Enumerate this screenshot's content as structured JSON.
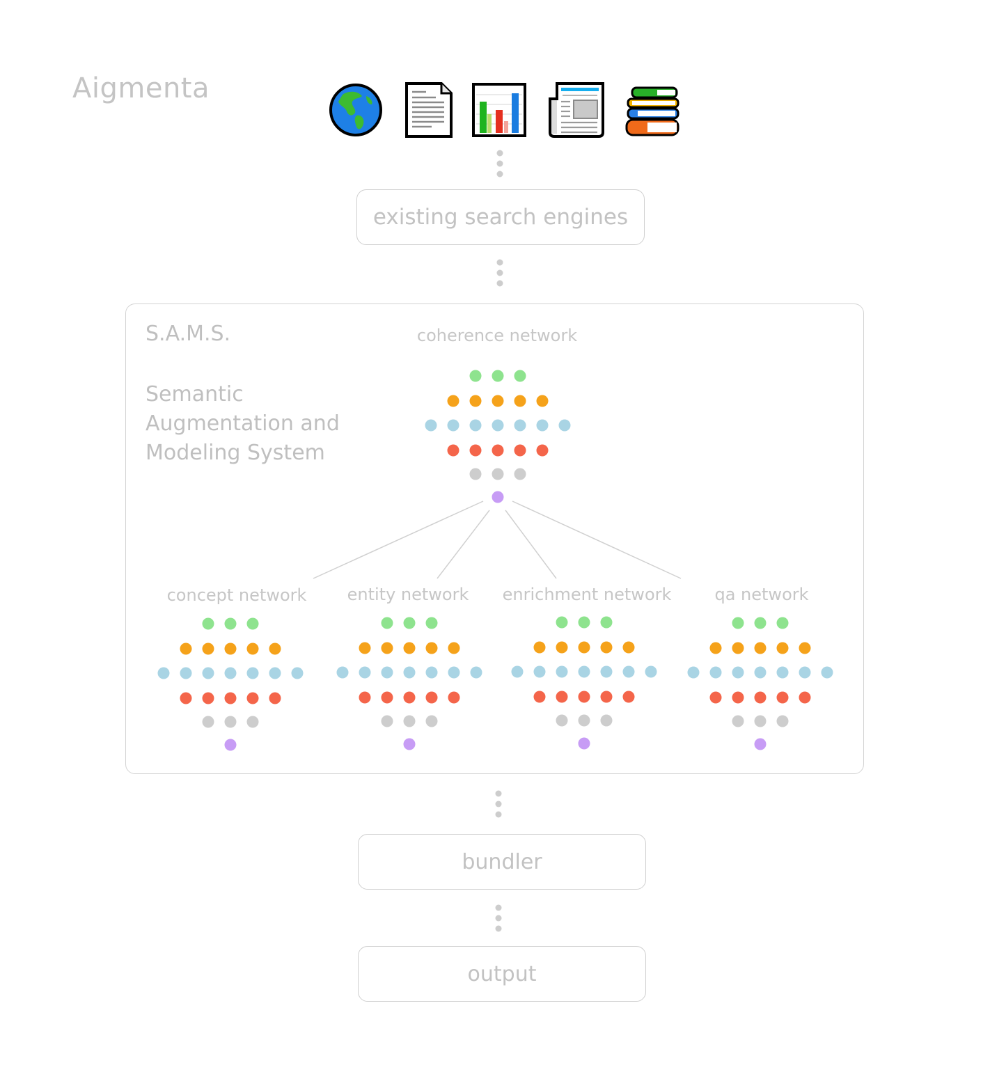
{
  "brand": "Aigmenta",
  "sources": [
    {
      "icon": "globe-icon"
    },
    {
      "icon": "document-icon"
    },
    {
      "icon": "bar-chart-icon"
    },
    {
      "icon": "newspaper-icon"
    },
    {
      "icon": "books-icon"
    }
  ],
  "search_engines_label": "existing search engines",
  "sams": {
    "abbr": "S.A.M.S.",
    "full_name": "Semantic Augmentation and Modeling System"
  },
  "coherence_network_label": "coherence network",
  "sub_networks": [
    {
      "label": "concept network"
    },
    {
      "label": "entity network"
    },
    {
      "label": "enrichment network"
    },
    {
      "label": "qa network"
    }
  ],
  "bundler_label": "bundler",
  "output_label": "output",
  "colors": {
    "green": "#8ee38e",
    "orange": "#f5a21a",
    "blue": "#a9d4e4",
    "red": "#f4654a",
    "gray": "#cdcdcd",
    "purple": "#c79cf5",
    "connector": "#d0d0d0",
    "border": "#cfcfcf"
  },
  "network_layer_colors": [
    "green",
    "orange",
    "blue",
    "red",
    "gray",
    "purple"
  ],
  "network_layer_sizes": [
    3,
    5,
    7,
    5,
    3,
    1
  ]
}
